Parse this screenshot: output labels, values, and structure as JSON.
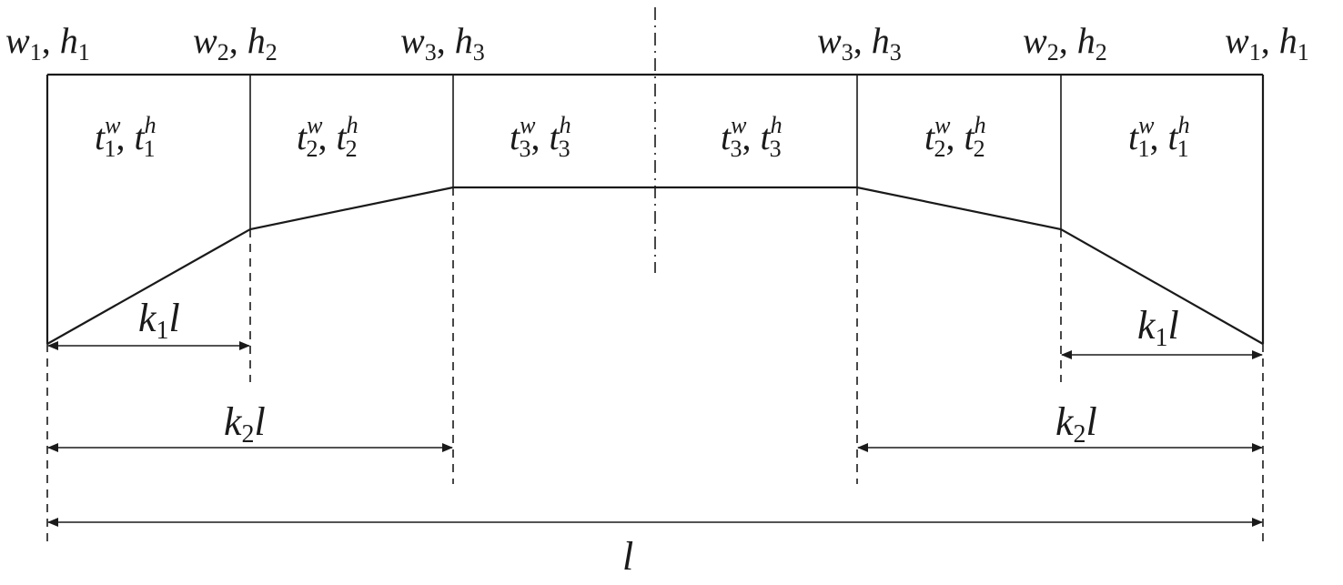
{
  "top_labels": [
    {
      "w": "w",
      "wsub": "1",
      "h": "h",
      "hsub": "1"
    },
    {
      "w": "w",
      "wsub": "2",
      "h": "h",
      "hsub": "2"
    },
    {
      "w": "w",
      "wsub": "3",
      "h": "h",
      "hsub": "3"
    },
    {
      "w": "w",
      "wsub": "3",
      "h": "h",
      "hsub": "3"
    },
    {
      "w": "w",
      "wsub": "2",
      "h": "h",
      "hsub": "2"
    },
    {
      "w": "w",
      "wsub": "1",
      "h": "h",
      "hsub": "1"
    }
  ],
  "segments": [
    {
      "t": "t",
      "sub": "1",
      "supw": "w",
      "suph": "h"
    },
    {
      "t": "t",
      "sub": "2",
      "supw": "w",
      "suph": "h"
    },
    {
      "t": "t",
      "sub": "3",
      "supw": "w",
      "suph": "h"
    },
    {
      "t": "t",
      "sub": "3",
      "supw": "w",
      "suph": "h"
    },
    {
      "t": "t",
      "sub": "2",
      "supw": "w",
      "suph": "h"
    },
    {
      "t": "t",
      "sub": "1",
      "supw": "w",
      "suph": "h"
    }
  ],
  "dimensions": {
    "k1": {
      "k": "k",
      "sub": "1",
      "l": "l"
    },
    "k2": {
      "k": "k",
      "sub": "2",
      "l": "l"
    },
    "total": "l"
  },
  "separator": ", "
}
